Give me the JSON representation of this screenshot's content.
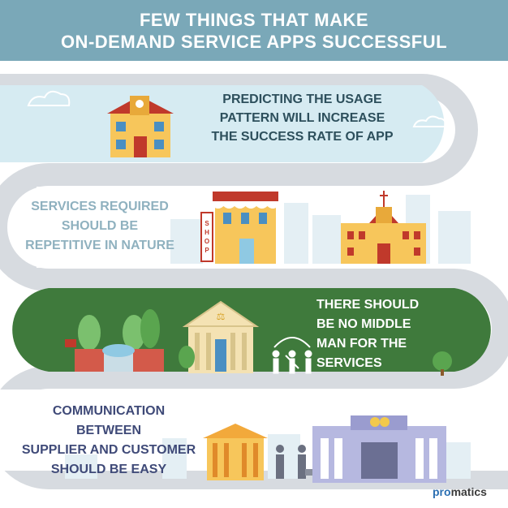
{
  "title": {
    "line1": "FEW THINGS THAT MAKE",
    "line2": "ON-DEMAND SERVICE APPS SUCCESSFUL"
  },
  "steps": [
    {
      "text_lines": [
        "PREDICTING THE USAGE",
        "PATTERN  WILL INCREASE",
        "THE SUCCESS RATE OF APP"
      ]
    },
    {
      "text_lines": [
        "SERVICES REQUIRED",
        "SHOULD BE",
        "REPETITIVE IN NATURE"
      ],
      "sign": "SHOP"
    },
    {
      "text_lines": [
        "THERE SHOULD",
        "BE NO MIDDLE",
        "MAN FOR THE",
        "SERVICES"
      ]
    },
    {
      "text_lines": [
        "COMMUNICATION",
        "BETWEEN",
        "SUPPLIER AND CUSTOMER",
        "SHOULD BE EASY"
      ]
    }
  ],
  "brand": {
    "part1": "pro",
    "part2": "matics"
  },
  "colors": {
    "header": "#7aa8b8",
    "band1": "#d6ebf2",
    "band3": "#3f7a3c",
    "road_border": "#d7dbe0"
  }
}
